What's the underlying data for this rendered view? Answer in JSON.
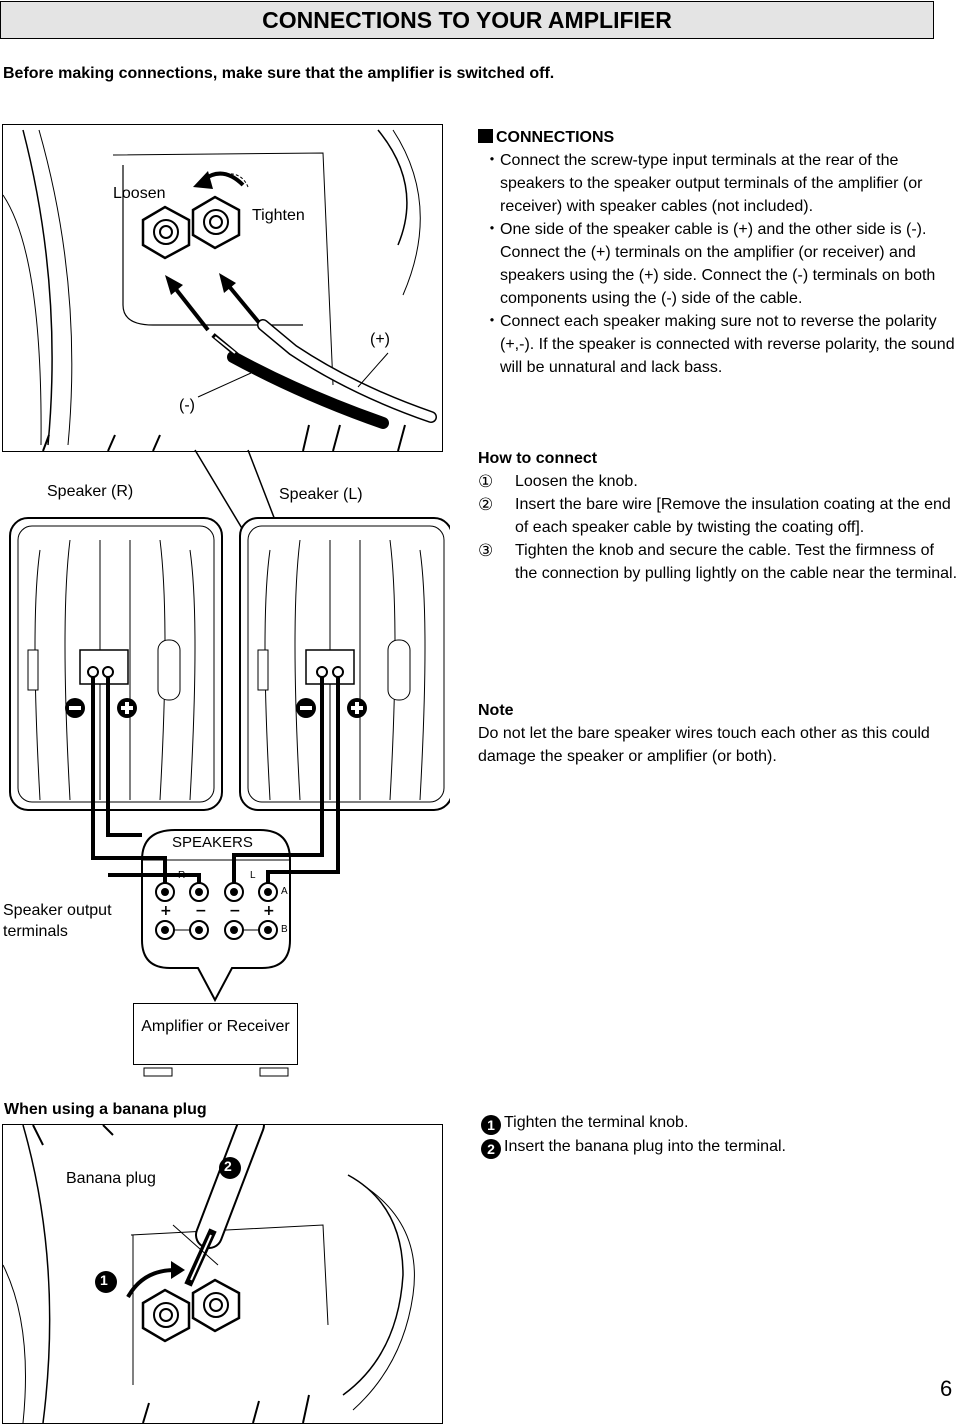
{
  "page": {
    "title": "CONNECTIONS TO YOUR AMPLIFIER",
    "intro": "Before making connections, make sure that the amplifier is switched off.",
    "page_number": "6"
  },
  "connections": {
    "heading": "CONNECTIONS",
    "bullet_mark": "・",
    "bullets": [
      "Connect the screw-type input terminals at the rear of the speakers to the speaker output terminals of the amplifier (or receiver) with speaker cables (not included).",
      "One side of the speaker cable is (+) and the other side is (-). Connect the (+) terminals on the amplifier (or receiver) and speakers using the (+) side. Connect the (-) terminals on both components using the (-) side of the cable.",
      "Connect each speaker making sure not to reverse the polarity (+,-). If the speaker is connected with reverse polarity, the sound will be unnatural and lack bass."
    ]
  },
  "how_to": {
    "heading": "How to connect",
    "steps": [
      {
        "num": "①",
        "text": "Loosen the knob."
      },
      {
        "num": "②",
        "text": "Insert the bare wire [Remove the insulation coating at the end of each speaker cable by twisting the coating off]."
      },
      {
        "num": "③",
        "text": "Tighten the knob and secure the cable. Test the firmness of the connection by pulling lightly on the cable near the terminal."
      }
    ]
  },
  "note": {
    "heading": "Note",
    "text": "Do not let the bare speaker wires touch each other as this could damage the speaker or amplifier (or both)."
  },
  "diagram_top": {
    "loosen": "Loosen",
    "tighten": "Tighten",
    "plus": "(+)",
    "minus": "(-)",
    "speaker_r": "Speaker (R)",
    "speaker_l": "Speaker (L)",
    "speakers_box": "SPEAKERS",
    "channel_r": "R",
    "channel_l": "L",
    "row_a": "A",
    "row_b": "B",
    "output_label": "Speaker output terminals",
    "amplifier": "Amplifier or Receiver"
  },
  "banana": {
    "heading": "When using a banana plug",
    "plug_label": "Banana plug",
    "marker_1": "1",
    "marker_2": "2",
    "steps": [
      {
        "num": "1",
        "text": "Tighten the terminal knob."
      },
      {
        "num": "2",
        "text": "Insert the banana plug into the terminal."
      }
    ]
  }
}
